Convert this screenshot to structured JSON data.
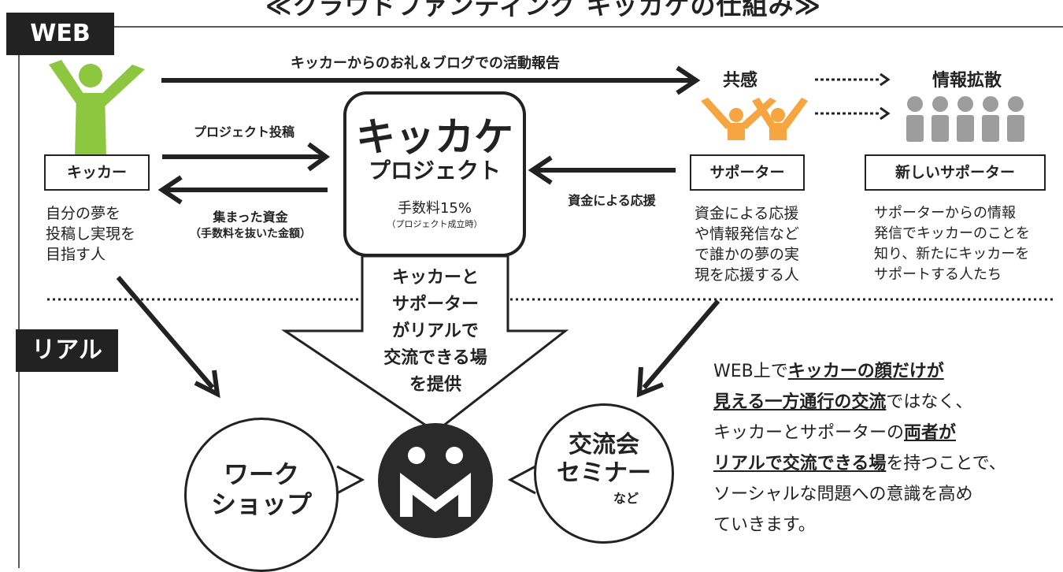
{
  "title": "≪クラウドファンディング キッカケの仕組み≫",
  "sections": {
    "web": "WEB",
    "real": "リアル"
  },
  "top_arrow_label": "キッカーからのお礼＆ブログでの活動報告",
  "kicker": {
    "label": "キッカー",
    "desc": [
      "自分の夢を",
      "投稿し実現を",
      "目指す人"
    ]
  },
  "project": {
    "line1": "キッカケ",
    "line2": "プロジェクト",
    "fee": "手数料15%",
    "fee_note": "（プロジェクト成立時）"
  },
  "arrows": {
    "post": "プロジェクト投稿",
    "funds": "集まった資金",
    "funds_note": "（手数料を抜いた金額）",
    "support": "資金による応援"
  },
  "supporter": {
    "heading": "共感",
    "label": "サポーター",
    "desc": [
      "資金による応援",
      "や情報発信など",
      "で誰かの夢の実",
      "現を応援する人"
    ]
  },
  "new_supporter": {
    "heading": "情報拡散",
    "label": "新しいサポーター",
    "desc": [
      "サポーターからの情報",
      "発信でキッカーのことを",
      "知り、新たにキッカーを",
      "サポートする人たち"
    ]
  },
  "big_arrow_text": [
    "キッカーと",
    "サポーター",
    "がリアルで",
    "交流できる場",
    "を提供"
  ],
  "workshop": [
    "ワーク",
    "ショップ"
  ],
  "seminar": [
    "交流会",
    "セミナー"
  ],
  "seminar_note": "など",
  "paragraph": {
    "p1": "WEB上で",
    "u1": "キッカーの顔だけが",
    "u2": "見える一方通行の交流",
    "p2": "ではなく、",
    "p3": "キッカーとサポーターの",
    "u3": "両者が",
    "u4": "リアルで交流できる場",
    "p4": "を持つことで、",
    "p5": "ソーシャルな問題への意識を高め",
    "p6": "ていきます。"
  },
  "colors": {
    "kicker": "#8dc63f",
    "supporter": "#f7a541",
    "new_supporter": "#9d9d9d",
    "dark": "#222222"
  }
}
